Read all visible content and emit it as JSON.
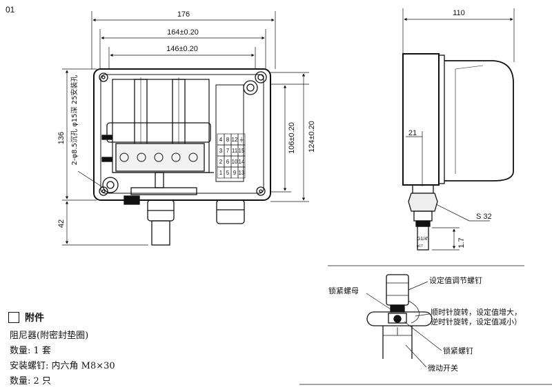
{
  "figure_number": "01",
  "front_view": {
    "dims": {
      "overall_width": "176",
      "mounting_width": "164±0.20",
      "inner_width": "146±0.20",
      "height": "136",
      "right_height_inner": "106±0.20",
      "right_height_outer": "124±0.20",
      "bottom_depth": "42"
    },
    "hole_note": "2-φ8.5沉孔 φ15深 25安装孔",
    "terminal_numbers": [
      "1",
      "2",
      "3",
      "4",
      "5",
      "6",
      "7",
      "8",
      "9",
      "10",
      "11",
      "12",
      "13",
      "14",
      "15",
      "⏚"
    ]
  },
  "side_view": {
    "dims": {
      "depth": "110",
      "offset": "21",
      "hex": "S 32",
      "thread": "G1/4\"",
      "thread_len": "1.7",
      "small_dia": "φ17"
    }
  },
  "detail_view": {
    "labels": {
      "lock_nut": "锁紧螺母",
      "setpoint_screw": "设定值调节螺钉",
      "rotation_note_1": "顺时针旋转，设定值增大，",
      "rotation_note_2": "逆时针旋转，设定值减小）",
      "lock_screw": "锁紧螺钉",
      "micro_switch": "微动开关"
    }
  },
  "accessories": {
    "title": "附件",
    "lines": [
      "阻尼器(附密封垫圈)",
      "数量: 1 套",
      "安装螺钉: 内六角 M8×30",
      "数量: 2 只"
    ]
  }
}
